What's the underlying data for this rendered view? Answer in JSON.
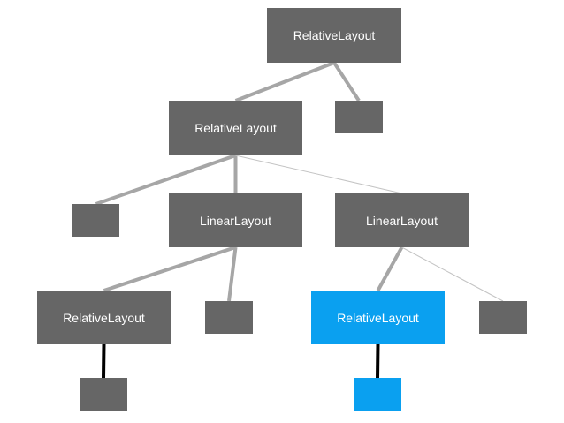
{
  "colors": {
    "node": "#666666",
    "highlight": "#0aa0f0",
    "edge": "#a6a6a6",
    "edge_thin": "#c4c4c4",
    "edge_dark": "#000000",
    "label": "#ffffff"
  },
  "nodes": {
    "root": {
      "label": "RelativeLayout",
      "highlighted": false
    },
    "root_leaf": {
      "label": "",
      "highlighted": false
    },
    "level1_relative": {
      "label": "RelativeLayout",
      "highlighted": false
    },
    "level2_leaf": {
      "label": "",
      "highlighted": false
    },
    "linear_left": {
      "label": "LinearLayout",
      "highlighted": false
    },
    "linear_right": {
      "label": "LinearLayout",
      "highlighted": false
    },
    "relative_left": {
      "label": "RelativeLayout",
      "highlighted": false
    },
    "leaf_mid_left": {
      "label": "",
      "highlighted": false
    },
    "relative_right": {
      "label": "RelativeLayout",
      "highlighted": true
    },
    "leaf_far_right": {
      "label": "",
      "highlighted": false
    },
    "leaf_bottom_left": {
      "label": "",
      "highlighted": false
    },
    "leaf_bottom_right": {
      "label": "",
      "highlighted": true
    }
  },
  "edges": [
    {
      "from": "root",
      "to": "level1_relative",
      "style": "thick"
    },
    {
      "from": "root",
      "to": "root_leaf",
      "style": "thick"
    },
    {
      "from": "level1_relative",
      "to": "level2_leaf",
      "style": "thick"
    },
    {
      "from": "level1_relative",
      "to": "linear_left",
      "style": "thick"
    },
    {
      "from": "level1_relative",
      "to": "linear_right",
      "style": "thin"
    },
    {
      "from": "linear_left",
      "to": "relative_left",
      "style": "thick"
    },
    {
      "from": "linear_left",
      "to": "leaf_mid_left",
      "style": "thick"
    },
    {
      "from": "linear_right",
      "to": "relative_right",
      "style": "thick"
    },
    {
      "from": "linear_right",
      "to": "leaf_far_right",
      "style": "thin"
    },
    {
      "from": "relative_left",
      "to": "leaf_bottom_left",
      "style": "dark"
    },
    {
      "from": "relative_right",
      "to": "leaf_bottom_right",
      "style": "dark"
    }
  ]
}
